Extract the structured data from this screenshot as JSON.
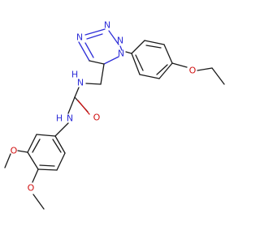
{
  "colors": {
    "carbon": "#1a1a1a",
    "nitrogen": "#2f2fd8",
    "oxygen": "#d01010",
    "background": "#ffffff"
  },
  "atoms": {
    "tetrazole_n1": "N",
    "tetrazole_n2": "N",
    "tetrazole_n3": "N",
    "tetrazole_n4": "N",
    "urea_nh_top": "N",
    "urea_h_top": "H",
    "urea_o": "O",
    "urea_nh_bottom": "N",
    "urea_h_bottom": "H",
    "ethoxy_o": "O",
    "methoxy_o_top": "O",
    "methoxy_o_bottom": "O"
  }
}
